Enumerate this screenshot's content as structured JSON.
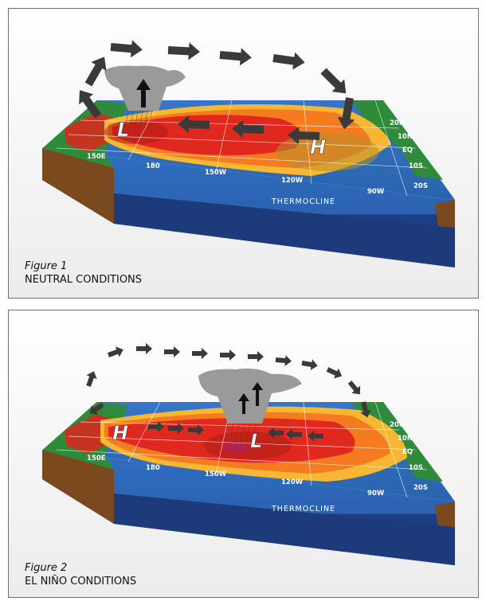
{
  "figures": [
    {
      "label": "Figure 1",
      "condition": "NEUTRAL CONDITIONS",
      "west_pressure": "L",
      "east_pressure": "H",
      "lat_labels": [
        "20N",
        "10N",
        "EQ",
        "10S",
        "20S"
      ],
      "lon_labels": [
        "150E",
        "180",
        "150W",
        "120W",
        "90W"
      ],
      "layer_label": "THERMOCLINE"
    },
    {
      "label": "Figure 2",
      "condition": "EL NIÑO CONDITIONS",
      "west_pressure": "H",
      "east_pressure": "L",
      "lat_labels": [
        "20N",
        "10N",
        "EQ",
        "10S",
        "20S"
      ],
      "lon_labels": [
        "150E",
        "180",
        "150W",
        "120W",
        "90W"
      ],
      "layer_label": "THERMOCLINE"
    }
  ],
  "colors": {
    "ocean_surface": "#2f6fc1",
    "warm_water": "#e0281f",
    "mid_water": "#f47b20",
    "cool_water": "#f7b733",
    "deep_layer": "#1d3a7a",
    "land": "#2e8b3a",
    "soil": "#7a4a1e",
    "cloud": "#9a9a9a",
    "arrow": "#3a3a3a"
  }
}
